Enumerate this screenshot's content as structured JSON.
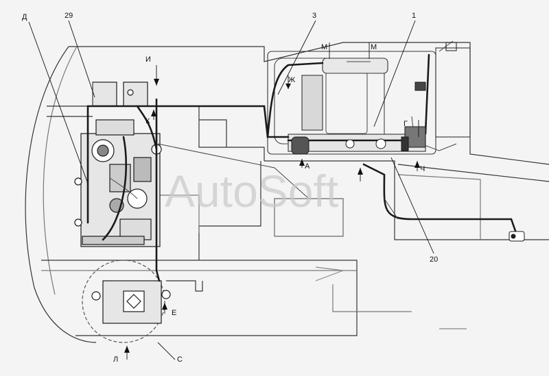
{
  "watermark": "AutoSoft",
  "labels": {
    "D": "Д",
    "n29": "29",
    "n3": "3",
    "n1": "1",
    "I": "И",
    "M1": "М",
    "M2": "М",
    "Zh": "Ж",
    "K": "К",
    "G": "Г",
    "A": "А",
    "Ch": "Ч",
    "n20": "20",
    "E": "Е",
    "L": "Л",
    "C": "С"
  },
  "colors": {
    "line": "#1a1a1a",
    "thin": "#555555",
    "fill": "#e6e6e6",
    "bg": "#f4f4f4"
  }
}
